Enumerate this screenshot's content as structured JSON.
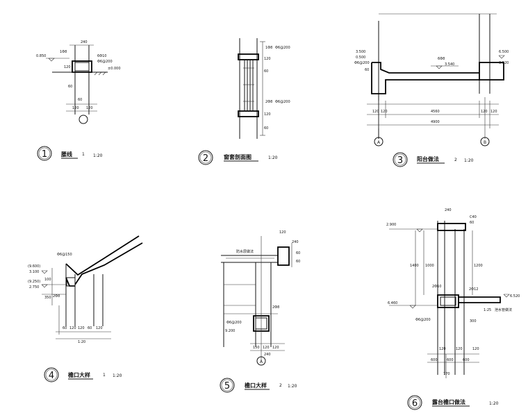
{
  "details": [
    {
      "id": "d1",
      "number": "1",
      "title": "腰线",
      "index": "1",
      "scale": "1:20",
      "labels": [
        "0.850",
        "1Φ8",
        "240",
        "6Φ10",
        "Φ6@200",
        "±0.000",
        "120",
        "60",
        "60",
        "120",
        "120"
      ]
    },
    {
      "id": "d2",
      "number": "2",
      "title": "窗套剖面图",
      "index": "",
      "scale": "1:20",
      "labels": [
        "1Φ8",
        "Φ6@200",
        "2Φ8",
        "Φ6@200",
        "120",
        "60",
        "120",
        "60"
      ]
    },
    {
      "id": "d3",
      "number": "3",
      "title": "阳台做法",
      "index": "2",
      "scale": "1:20",
      "labels": [
        "3.500",
        "0.500",
        "Φ6@200",
        "6Φ8",
        "3.540",
        "3.520",
        "6.500",
        "120",
        "120",
        "4560",
        "4900",
        "120",
        "120",
        "60"
      ],
      "axes": [
        "A",
        "B"
      ]
    },
    {
      "id": "d4",
      "number": "4",
      "title": "檐口大样",
      "index": "1",
      "scale": "1:20",
      "labels": [
        "Φ6@150",
        "(9.600)",
        "3.100",
        "(9.250)",
        "2.750",
        "2Φ8",
        "350",
        "100",
        "120",
        "60",
        "120",
        "60",
        "120",
        "1:20"
      ]
    },
    {
      "id": "d5",
      "number": "5",
      "title": "檐口大样",
      "index": "2",
      "scale": "1:20",
      "labels": [
        "防水层做法",
        "120",
        "240",
        "60",
        "60",
        "2Φ8",
        "Φ6@200",
        "9.200",
        "150",
        "120",
        "120",
        "240"
      ],
      "axes": [
        "A"
      ]
    },
    {
      "id": "d6",
      "number": "6",
      "title": "露台檐口做法",
      "index": "",
      "scale": "1:20",
      "labels": [
        "2.900",
        "240",
        "C40",
        "60",
        "1000",
        "1200",
        "1400",
        "2Φ10",
        "2Φ12",
        "6.520",
        "6.460",
        "Φ6@200",
        "300",
        "1:25",
        "泄水管做法",
        "120",
        "120",
        "600",
        "600",
        "600",
        "120",
        "770"
      ]
    }
  ]
}
